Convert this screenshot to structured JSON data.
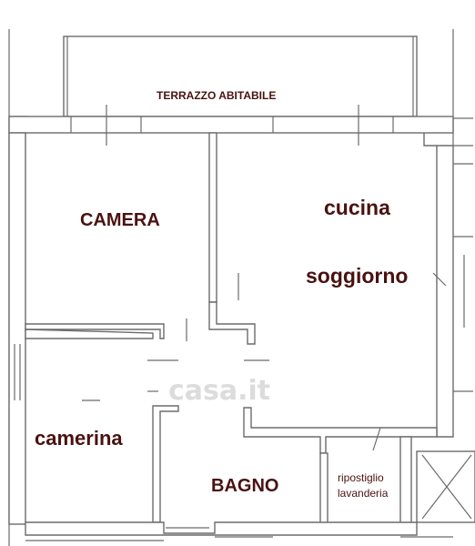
{
  "rooms": {
    "terrace": "TERRAZZO ABITABILE",
    "camera": "CAMERA",
    "cucina": "cucina",
    "soggiorno": "soggiorno",
    "camerina": "camerina",
    "bagno": "BAGNO",
    "ripostiglio": "ripostiglio",
    "lavanderia": "lavanderia"
  },
  "watermark": "casa.it",
  "colors": {
    "label": "#4a1212",
    "wall": "#6b6b6b",
    "background": "#ffffff"
  }
}
